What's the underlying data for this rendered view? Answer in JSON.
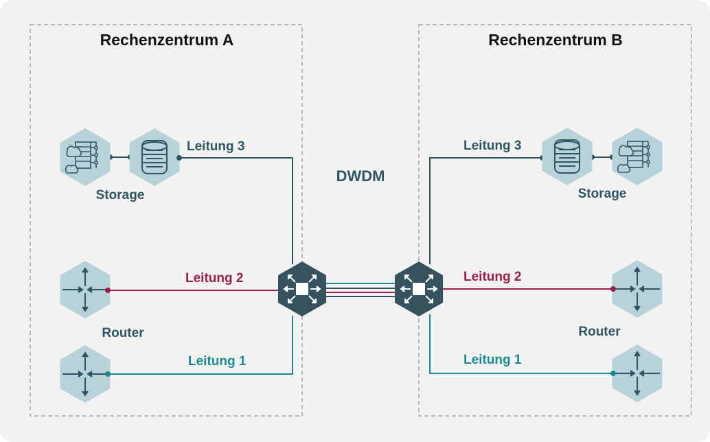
{
  "colors": {
    "dark": "#2f5563",
    "red": "#9c1d47",
    "teal": "#1a8a93",
    "hex_light": "#b8d2da",
    "hex_dark": "#34535e",
    "border": "#a6a6a6",
    "background": "#f2f2f2"
  },
  "datacenter_a": {
    "title": "Rechenzentrum A",
    "storage_label": "Storage",
    "router_label": "Router",
    "line3_label": "Leitung 3",
    "line2_label": "Leitung 2",
    "line1_label": "Leitung 1"
  },
  "datacenter_b": {
    "title": "Rechenzentrum B",
    "storage_label": "Storage",
    "router_label": "Router",
    "line3_label": "Leitung 3",
    "line2_label": "Leitung 2",
    "line1_label": "Leitung 1"
  },
  "dwdm_label": "DWDM",
  "icons": {
    "cloud_server": "cloud-server-icon",
    "database": "database-icon",
    "router": "router-arrows-icon",
    "dwdm_switch": "dwdm-switch-icon"
  }
}
